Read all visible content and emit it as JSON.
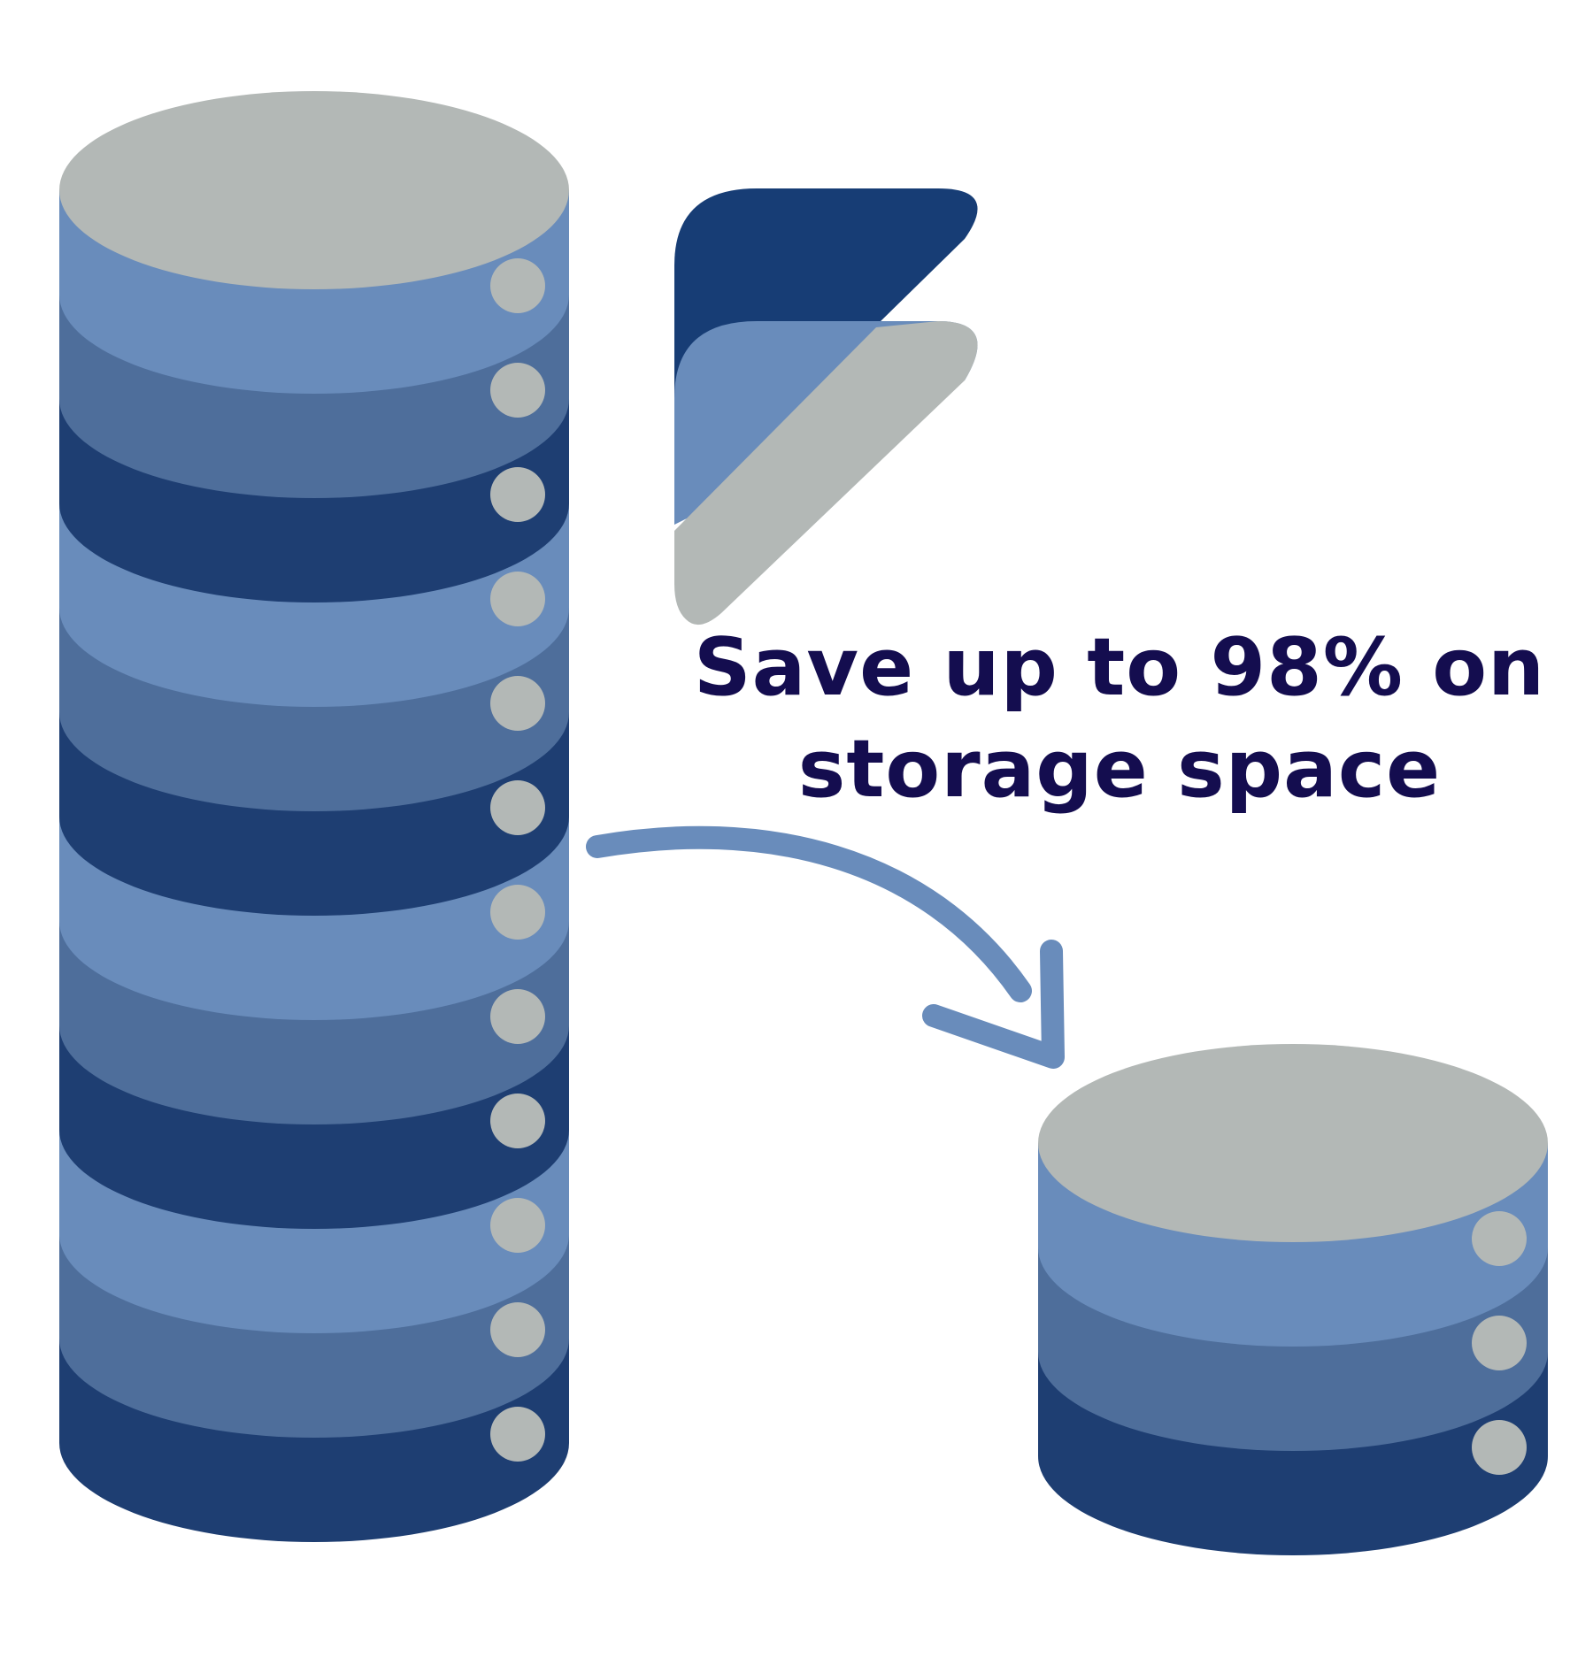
{
  "headline": {
    "line1": "Save up to 98% on",
    "line2": "storage space"
  },
  "colors": {
    "background": "#ffffff",
    "disk_top": "#b3b8b6",
    "band_light": "#698cbb",
    "band_mid": "#4e6e9b",
    "band_dark": "#1e3e72",
    "indicator": "#b3b8b6",
    "logo_dark": "#173d75",
    "logo_mid": "#698cbb",
    "logo_light": "#b3b8b6",
    "arrow": "#698cbb",
    "headline_text": "#140d4f"
  },
  "large_database": {
    "band_count": 12,
    "band_pattern": [
      "band_light",
      "band_mid",
      "band_dark"
    ]
  },
  "small_database": {
    "band_count": 3,
    "band_pattern": [
      "band_light",
      "band_mid",
      "band_dark"
    ]
  },
  "icons": {
    "logo": "brand-logo-icon",
    "arrow": "curved-arrow-icon",
    "large_db": "database-large-icon",
    "small_db": "database-small-icon"
  }
}
